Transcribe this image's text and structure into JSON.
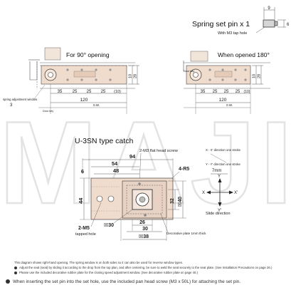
{
  "header": {
    "spring_pin_title": "Spring set pin x 1",
    "spring_pin_note": "With M3 tap hole",
    "spring_pin_dims": [
      "9",
      "6"
    ]
  },
  "view_90": {
    "title": "For 90° opening",
    "dims_bottom": [
      "35",
      "25",
      "25",
      "25",
      "(10)"
    ],
    "overall": "120",
    "gap_text": "3",
    "width_label": "0.W.",
    "right_dims": [
      "10",
      "28"
    ],
    "window_label": "spring adjustment window",
    "clearance_label": "Door key"
  },
  "view_180": {
    "title": "When opened 180°",
    "dims_bottom": [
      "35",
      "25",
      "25",
      "25",
      "(10)"
    ],
    "overall": "120",
    "width_label": "0.W.",
    "right_dims": [
      "10",
      "28"
    ],
    "clearance_label": "Door key"
  },
  "catch": {
    "title": "U-3SN type catch",
    "screw_label": "2-M3 flat head screw",
    "top_dims": [
      "94",
      "54",
      "48"
    ],
    "left_dim": "6",
    "corner_label": "4-R5",
    "height_dim": "44",
    "right_dims": [
      "32",
      "☒40"
    ],
    "bottom_dims": [
      "☒30",
      "26",
      "30",
      "☒38"
    ],
    "tapped_label": "2-M5",
    "tapped_note": "tapped hole",
    "plate_note": "Decorative plate 1mm thick"
  },
  "axes": {
    "x_note": "X - X' direction one stroke",
    "y_note": "Y - Y' direction one stroke",
    "dim_label": "7mm",
    "x": "X",
    "x_prime": "X'",
    "y": "Y",
    "y_prime": "Y'",
    "slide_label": "Slide direction"
  },
  "watermark": "MAJI",
  "notes": {
    "line1": "This diagram shows right-hand opening. The spring window is on both sides so it can also be used for reverse window types.",
    "line2": "Adjust the seal (seat) by sliding it according to the drop from the top plan, and after centering, be sure to weld the seat securely to the seat plate. (See Installation Precautions on page 26.)",
    "line3": "Please use the included decorative rubber plate for the closing speed adjustment window. (See decorative rubber plate on page 40.)",
    "line4": "When inserting the set pin into the set hole, use the included pan head screw (M3 x 50L) for attaching the set pin."
  }
}
